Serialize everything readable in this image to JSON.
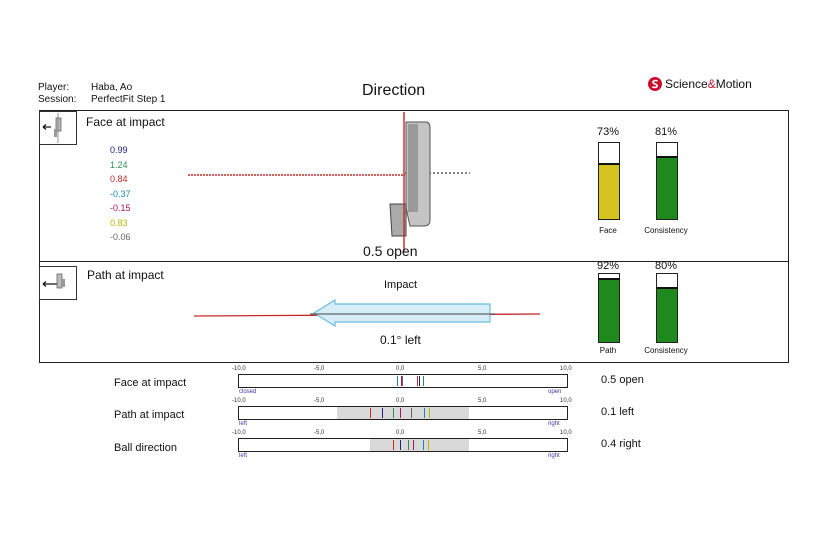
{
  "header": {
    "player_label": "Player:",
    "player_value": "Haba, Ao",
    "session_label": "Session:",
    "session_value": "PerfectFit Step 1",
    "title": "Direction",
    "brand_science": "Science",
    "brand_amp": "&",
    "brand_motion": "Motion"
  },
  "face_panel": {
    "title": "Face at impact",
    "values": [
      {
        "text": "0.99",
        "color": "#1a237e"
      },
      {
        "text": "1.24",
        "color": "#2e8b57"
      },
      {
        "text": "0.84",
        "color": "#c62828"
      },
      {
        "text": "-0.37",
        "color": "#1e88a8"
      },
      {
        "text": "-0.15",
        "color": "#ad1457"
      },
      {
        "text": "0.83",
        "color": "#b8b800"
      },
      {
        "text": "-0.06",
        "color": "#666666"
      }
    ],
    "result": "0.5 open",
    "bars": [
      {
        "pct_label": "73%",
        "value": 0.73,
        "label": "Face",
        "color": "#d4c41f"
      },
      {
        "pct_label": "81%",
        "value": 0.81,
        "label": "Consistency",
        "color": "#1e8a1e"
      }
    ]
  },
  "path_panel": {
    "title": "Path at impact",
    "impact_label": "Impact",
    "result": "0.1° left",
    "bars": [
      {
        "pct_label": "92%",
        "value": 0.92,
        "label": "Path",
        "color": "#1e8a1e"
      },
      {
        "pct_label": "80%",
        "value": 0.8,
        "label": "Consistency",
        "color": "#1e8a1e"
      }
    ]
  },
  "scales": [
    {
      "label": "Face at impact",
      "left_end": "closed",
      "right_end": "open",
      "value_text": "0.5 open",
      "range_min": -10,
      "range_max": 10,
      "shade": null,
      "strokes": [
        {
          "v": -0.37,
          "color": "#1e88a8"
        },
        {
          "v": -0.15,
          "color": "#ad1457"
        },
        {
          "v": -0.06,
          "color": "#666666"
        },
        {
          "v": 0.83,
          "color": "#b8b800"
        },
        {
          "v": 0.84,
          "color": "#c62828"
        },
        {
          "v": 0.99,
          "color": "#1a237e"
        },
        {
          "v": 1.24,
          "color": "#2e8b57"
        }
      ]
    },
    {
      "label": "Path at impact",
      "left_end": "left",
      "right_end": "right",
      "value_text": "0.1 left",
      "range_min": -10,
      "range_max": 10,
      "shade": [
        -4,
        4
      ],
      "strokes": [
        {
          "v": -2.0,
          "color": "#c62828"
        },
        {
          "v": -1.3,
          "color": "#1a237e"
        },
        {
          "v": -0.6,
          "color": "#2e8b57"
        },
        {
          "v": -0.2,
          "color": "#ad1457"
        },
        {
          "v": 0.5,
          "color": "#666666"
        },
        {
          "v": 1.3,
          "color": "#1e88a8"
        },
        {
          "v": 1.6,
          "color": "#b8b800"
        }
      ]
    },
    {
      "label": "Ball direction",
      "left_end": "left",
      "right_end": "right",
      "value_text": "0.4 right",
      "range_min": -10,
      "range_max": 10,
      "shade": [
        -2,
        4
      ],
      "strokes": [
        {
          "v": -0.6,
          "color": "#c62828"
        },
        {
          "v": -0.2,
          "color": "#1a237e"
        },
        {
          "v": 0.3,
          "color": "#2e8b57"
        },
        {
          "v": 0.6,
          "color": "#ad1457"
        },
        {
          "v": 1.2,
          "color": "#1e88a8"
        },
        {
          "v": 1.5,
          "color": "#b8b800"
        }
      ]
    }
  ],
  "scale_ticks": [
    "-10,0",
    "-5,0",
    "0,0",
    "5,0",
    "10,0"
  ]
}
